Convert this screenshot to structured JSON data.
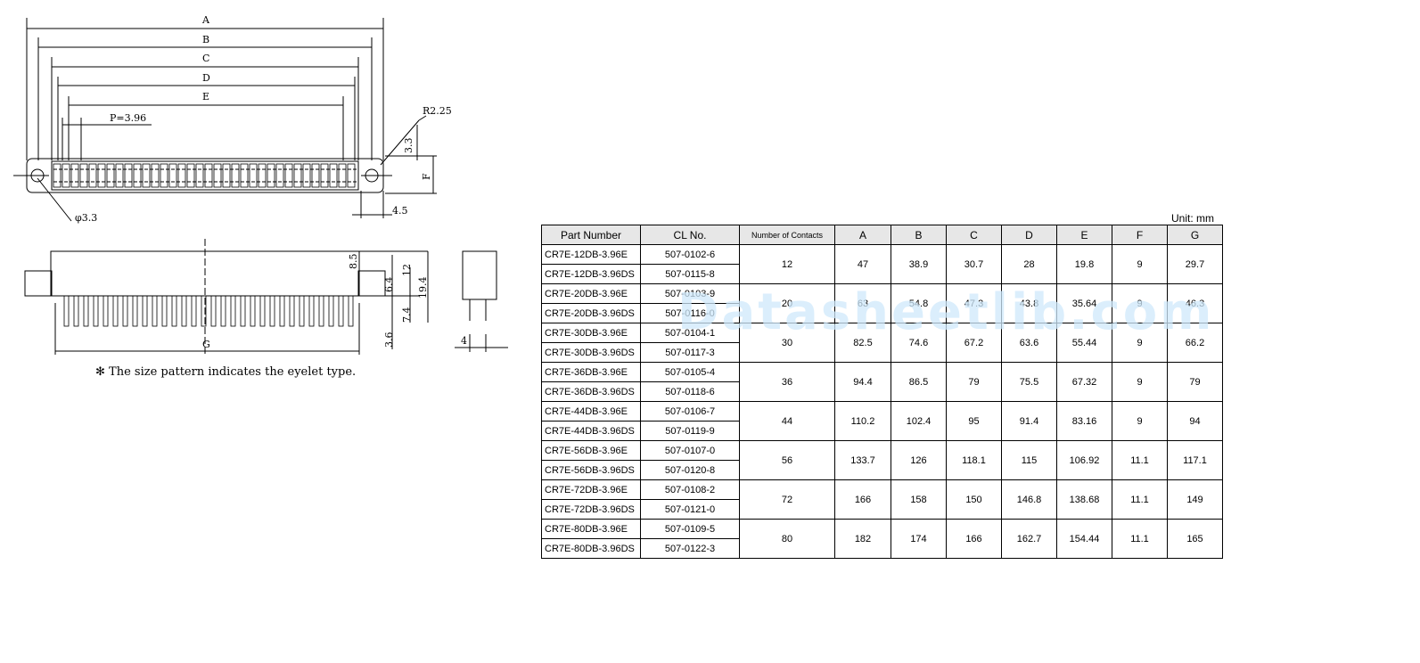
{
  "drawing": {
    "dim_labels": {
      "a": "A",
      "b": "B",
      "c": "C",
      "d": "D",
      "e": "E",
      "pitch": "P=3.96",
      "radius": "R2.25",
      "hole": "φ3.3",
      "d33": "3.3",
      "f": "F",
      "d45": "4.5",
      "d85": "8.5",
      "d64": "6.4",
      "d12": "12",
      "d194": "19.4",
      "d74": "7.4",
      "d36": "3.6",
      "g": "G",
      "d4": "4"
    },
    "note": "✻ The size pattern indicates the eyelet type."
  },
  "watermark": "Datasheetlib.com",
  "table": {
    "unit": "Unit: mm",
    "headers": [
      "Part Number",
      "CL No.",
      "Number of Contacts",
      "A",
      "B",
      "C",
      "D",
      "E",
      "F",
      "G"
    ],
    "groups": [
      {
        "parts": [
          [
            "CR7E-12DB-3.96E",
            "507-0102-6"
          ],
          [
            "CR7E-12DB-3.96DS",
            "507-0115-8"
          ]
        ],
        "values": [
          "12",
          "47",
          "38.9",
          "30.7",
          "28",
          "19.8",
          "9",
          "29.7"
        ]
      },
      {
        "parts": [
          [
            "CR7E-20DB-3.96E",
            "507-0103-9"
          ],
          [
            "CR7E-20DB-3.96DS",
            "507-0116-0"
          ]
        ],
        "values": [
          "20",
          "63",
          "54.8",
          "47.3",
          "43.8",
          "35.64",
          "9",
          "46.3"
        ]
      },
      {
        "parts": [
          [
            "CR7E-30DB-3.96E",
            "507-0104-1"
          ],
          [
            "CR7E-30DB-3.96DS",
            "507-0117-3"
          ]
        ],
        "values": [
          "30",
          "82.5",
          "74.6",
          "67.2",
          "63.6",
          "55.44",
          "9",
          "66.2"
        ]
      },
      {
        "parts": [
          [
            "CR7E-36DB-3.96E",
            "507-0105-4"
          ],
          [
            "CR7E-36DB-3.96DS",
            "507-0118-6"
          ]
        ],
        "values": [
          "36",
          "94.4",
          "86.5",
          "79",
          "75.5",
          "67.32",
          "9",
          "79"
        ]
      },
      {
        "parts": [
          [
            "CR7E-44DB-3.96E",
            "507-0106-7"
          ],
          [
            "CR7E-44DB-3.96DS",
            "507-0119-9"
          ]
        ],
        "values": [
          "44",
          "110.2",
          "102.4",
          "95",
          "91.4",
          "83.16",
          "9",
          "94"
        ]
      },
      {
        "parts": [
          [
            "CR7E-56DB-3.96E",
            "507-0107-0"
          ],
          [
            "CR7E-56DB-3.96DS",
            "507-0120-8"
          ]
        ],
        "values": [
          "56",
          "133.7",
          "126",
          "118.1",
          "115",
          "106.92",
          "11.1",
          "117.1"
        ]
      },
      {
        "parts": [
          [
            "CR7E-72DB-3.96E",
            "507-0108-2"
          ],
          [
            "CR7E-72DB-3.96DS",
            "507-0121-0"
          ]
        ],
        "values": [
          "72",
          "166",
          "158",
          "150",
          "146.8",
          "138.68",
          "11.1",
          "149"
        ]
      },
      {
        "parts": [
          [
            "CR7E-80DB-3.96E",
            "507-0109-5"
          ],
          [
            "CR7E-80DB-3.96DS",
            "507-0122-3"
          ]
        ],
        "values": [
          "80",
          "182",
          "174",
          "166",
          "162.7",
          "154.44",
          "11.1",
          "165"
        ]
      }
    ]
  }
}
